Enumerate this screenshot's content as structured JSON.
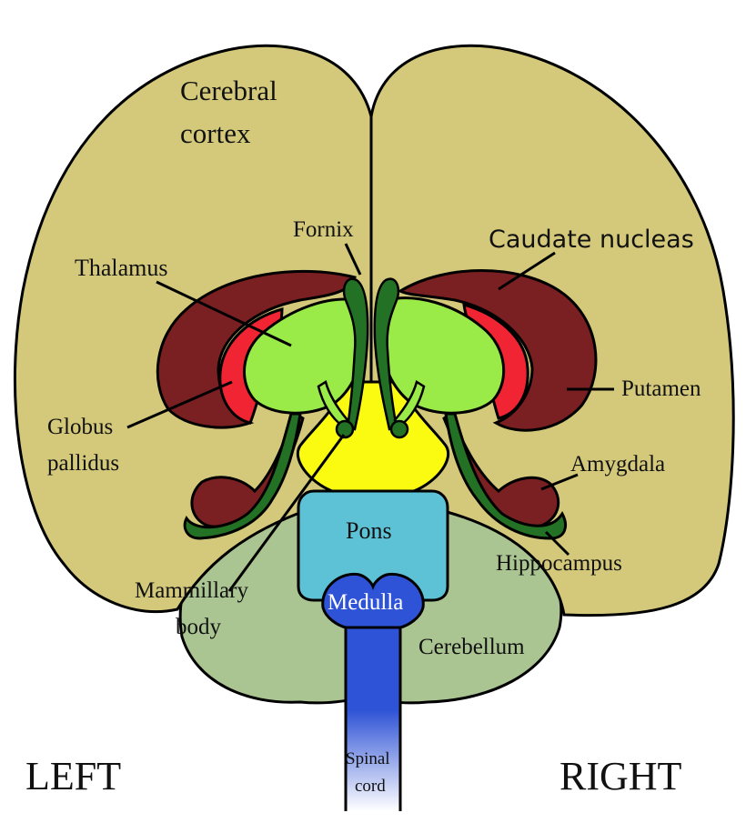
{
  "colors": {
    "cortex": "#d4c97a",
    "cerebellum": "#aac592",
    "caudate": "#7a1f22",
    "putamen": "#f02432",
    "thalamus": "#9aea48",
    "fornix": "#237124",
    "hypothalamus": "#fbfb12",
    "pons": "#5ec2d6",
    "medulla": "#2f53d6"
  },
  "labels": {
    "cerebral_cortex_line1": "Cerebral",
    "cerebral_cortex_line2": "cortex",
    "fornix": "Fornix",
    "caudate_nucleas": "Caudate nucleas",
    "thalamus": "Thalamus",
    "putamen": "Putamen",
    "globus_pallidus_line1": "Globus",
    "globus_pallidus_line2": "pallidus",
    "amygdala": "Amygdala",
    "pons": "Pons",
    "hippocampus": "Hippocampus",
    "mammillary_body_line1": "Mammillary",
    "mammillary_body_line2": "body",
    "medulla": "Medulla",
    "cerebellum": "Cerebellum",
    "spinal_cord_line1": "Spinal",
    "spinal_cord_line2": "cord",
    "left": "LEFT",
    "right": "RIGHT"
  }
}
